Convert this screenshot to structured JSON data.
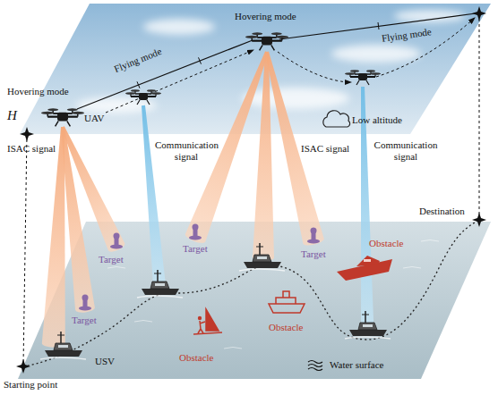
{
  "diagram": {
    "labels": [
      "Hovering mode",
      "Flying mode",
      "Flying mode",
      "Hovering mode",
      "UAV",
      "H",
      "Low altitude",
      "ISAC signal",
      "Communication signal",
      "ISAC signal",
      "Communication signal",
      "Destination",
      "Target",
      "Target",
      "Target",
      "Target",
      "Obstacle",
      "Obstacle",
      "Obstacle",
      "USV",
      "Water surface",
      "Starting point"
    ]
  }
}
